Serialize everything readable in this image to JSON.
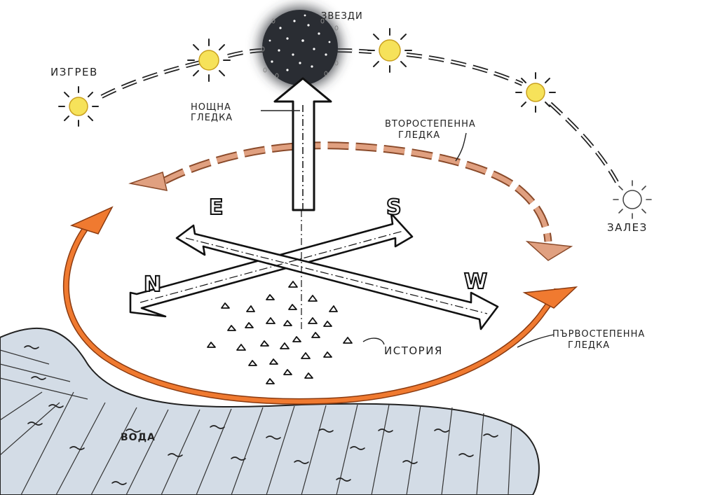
{
  "labels": {
    "sunrise": "ИЗГРЕВ",
    "stars": "ЗВЕЗДИ",
    "sunset": "ЗАЛЕЗ",
    "night_view_1": "НОЩНА",
    "night_view_2": "ГЛЕДКА",
    "secondary_view_1": "ВТОРОСТЕПЕННА",
    "secondary_view_2": "ГЛЕДКА",
    "primary_view_1": "ПЪРВОСТЕПЕННА",
    "primary_view_2": "ГЛЕДКА",
    "history": "ИСТОРИЯ",
    "water": "ВОДА"
  },
  "compass": {
    "north": "N",
    "east": "E",
    "south": "S",
    "west": "W"
  },
  "colors": {
    "primary_arc": "#f07a30",
    "secondary_arc": "#e0a080",
    "sun_fill": "#f6e25a",
    "water_fill": "#d3dce6",
    "night_sky": "#2a2d33",
    "ink": "#111111"
  }
}
